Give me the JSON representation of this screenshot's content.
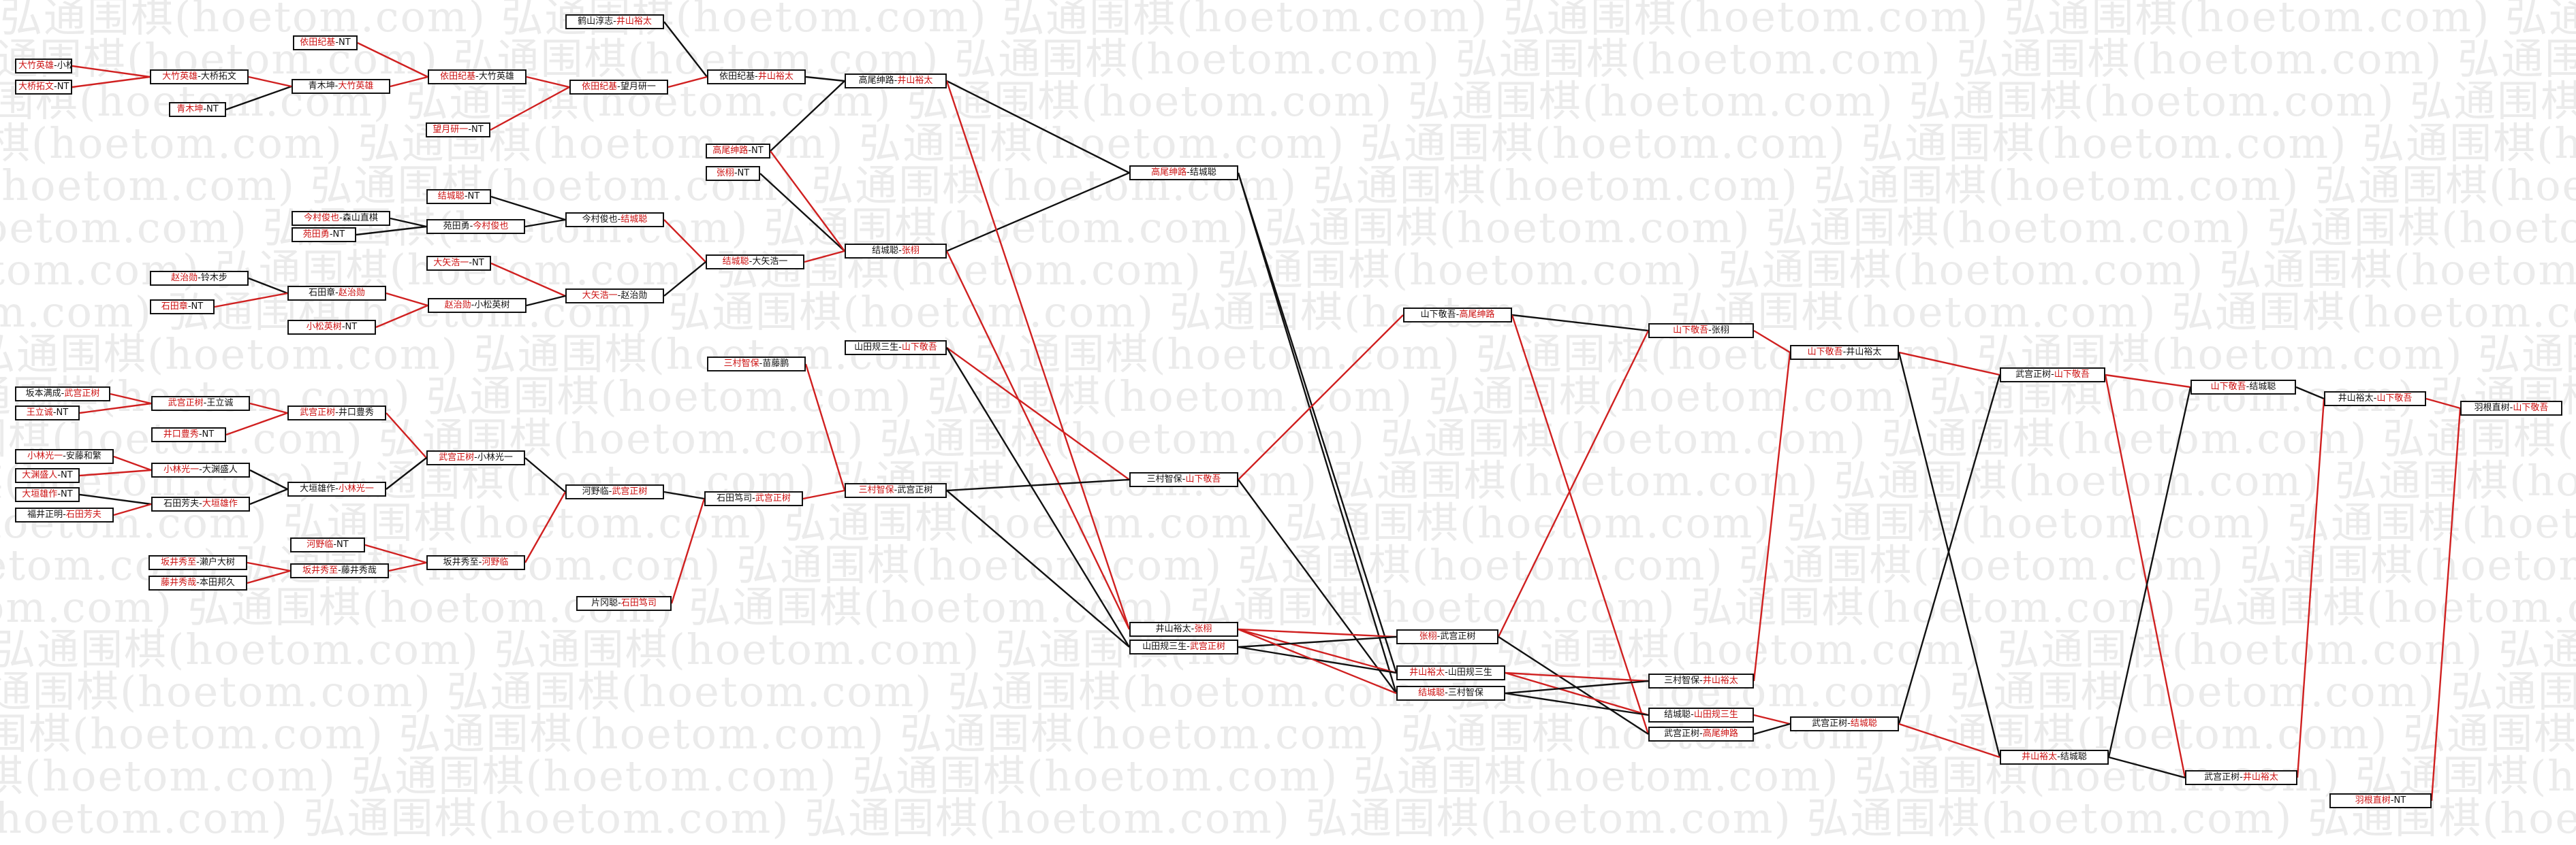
{
  "watermark": "弘通围棋(hoetom.com)",
  "colors": {
    "winner": "#cc1111",
    "loser_link": "#111111",
    "winner_link": "#d02020",
    "watermark": "#ebebeb"
  },
  "matches": [
    {
      "id": "r1_01",
      "players": [
        "大竹英雄",
        "小松英子"
      ],
      "winner": 0
    },
    {
      "id": "r1_02",
      "players": [
        "大桥拓文",
        "NT"
      ],
      "winner": 0
    },
    {
      "id": "r1_03",
      "players": [
        "依田纪基",
        "NT"
      ],
      "winner": 0
    },
    {
      "id": "r1_04",
      "players": [
        "青木坤",
        "NT"
      ],
      "winner": 0
    },
    {
      "id": "r1_05",
      "players": [
        "今村俊也",
        "森山直棋"
      ],
      "winner": 0
    },
    {
      "id": "r1_06",
      "players": [
        "苑田勇",
        "NT"
      ],
      "winner": 0
    },
    {
      "id": "r1_07",
      "players": [
        "赵治勋",
        "铃木步"
      ],
      "winner": 0
    },
    {
      "id": "r1_08",
      "players": [
        "石田章",
        "NT"
      ],
      "winner": 0
    },
    {
      "id": "r1_09",
      "players": [
        "坂本满成",
        "武宫正树"
      ],
      "winner": 1
    },
    {
      "id": "r1_10",
      "players": [
        "王立诚",
        "NT"
      ],
      "winner": 0
    },
    {
      "id": "r1_11",
      "players": [
        "小林光一",
        "安藤和繁"
      ],
      "winner": 0
    },
    {
      "id": "r1_12",
      "players": [
        "大渊盛人",
        "NT"
      ],
      "winner": 0
    },
    {
      "id": "r1_13",
      "players": [
        "大垣雄作",
        "NT"
      ],
      "winner": 0
    },
    {
      "id": "r1_14",
      "players": [
        "福井正明",
        "石田芳夫"
      ],
      "winner": 1
    },
    {
      "id": "r1_15",
      "players": [
        "坂井秀至",
        "濑户大树"
      ],
      "winner": 0
    },
    {
      "id": "r1_16",
      "players": [
        "藤井秀哉",
        "本田邦久"
      ],
      "winner": 0
    },
    {
      "id": "r2_01",
      "players": [
        "大竹英雄",
        "大桥拓文"
      ],
      "winner": 0
    },
    {
      "id": "r2_02",
      "players": [
        "青木坤",
        "大竹英雄"
      ],
      "winner": 1
    },
    {
      "id": "r2_03",
      "players": [
        "依田纪基",
        "大竹英雄"
      ],
      "winner": 0
    },
    {
      "id": "r2_04",
      "players": [
        "鹤山淳志",
        "井山裕太"
      ],
      "winner": 1
    },
    {
      "id": "r2_05",
      "players": [
        "依田纪基",
        "望月研一"
      ],
      "winner": 0
    },
    {
      "id": "r2_06",
      "players": [
        "望月研一",
        "NT"
      ],
      "winner": 0
    },
    {
      "id": "r2_07",
      "players": [
        "依田纪基",
        "井山裕太"
      ],
      "winner": 1
    },
    {
      "id": "r2_08",
      "players": [
        "高尾绅路",
        "NT"
      ],
      "winner": 0
    },
    {
      "id": "r2_09",
      "players": [
        "张栩",
        "NT"
      ],
      "winner": 0
    },
    {
      "id": "r2_10",
      "players": [
        "结城聪",
        "NT"
      ],
      "winner": 0
    },
    {
      "id": "r2_11",
      "players": [
        "苑田勇",
        "今村俊也"
      ],
      "winner": 1
    },
    {
      "id": "r2_12",
      "players": [
        "今村俊也",
        "结城聪"
      ],
      "winner": 1
    },
    {
      "id": "r2_13",
      "players": [
        "大矢浩一",
        "NT"
      ],
      "winner": 0
    },
    {
      "id": "r2_14",
      "players": [
        "石田章",
        "赵治勋"
      ],
      "winner": 1
    },
    {
      "id": "r2_15",
      "players": [
        "赵治勋",
        "小松英树"
      ],
      "winner": 0
    },
    {
      "id": "r2_16",
      "players": [
        "小松英树",
        "NT"
      ],
      "winner": 0
    },
    {
      "id": "r2_17",
      "players": [
        "大矢浩一",
        "赵治勋"
      ],
      "winner": 0
    },
    {
      "id": "r2_18",
      "players": [
        "结城聪",
        "大矢浩一"
      ],
      "winner": 0
    },
    {
      "id": "r2_19",
      "players": [
        "武宫正树",
        "王立诚"
      ],
      "winner": 0
    },
    {
      "id": "r2_20",
      "players": [
        "井口豊秀",
        "NT"
      ],
      "winner": 0
    },
    {
      "id": "r2_21",
      "players": [
        "武宫正树",
        "井口豊秀"
      ],
      "winner": 0
    },
    {
      "id": "r2_22",
      "players": [
        "小林光一",
        "大渊盛人"
      ],
      "winner": 0
    },
    {
      "id": "r2_23",
      "players": [
        "石田芳夫",
        "大垣雄作"
      ],
      "winner": 1
    },
    {
      "id": "r2_24",
      "players": [
        "大垣雄作",
        "小林光一"
      ],
      "winner": 1
    },
    {
      "id": "r2_25",
      "players": [
        "武宫正树",
        "小林光一"
      ],
      "winner": 0
    },
    {
      "id": "r2_26",
      "players": [
        "河野临",
        "NT"
      ],
      "winner": 0
    },
    {
      "id": "r2_27",
      "players": [
        "坂井秀至",
        "藤井秀哉"
      ],
      "winner": 0
    },
    {
      "id": "r2_28",
      "players": [
        "坂井秀至",
        "河野临"
      ],
      "winner": 1
    },
    {
      "id": "r2_29",
      "players": [
        "河野临",
        "武宫正树"
      ],
      "winner": 1
    },
    {
      "id": "r2_30",
      "players": [
        "三村智保",
        "苗藤鹏"
      ],
      "winner": 0
    },
    {
      "id": "r2_31",
      "players": [
        "片冈聪",
        "石田笃司"
      ],
      "winner": 1
    },
    {
      "id": "r2_32",
      "players": [
        "石田笃司",
        "武宫正树"
      ],
      "winner": 1
    },
    {
      "id": "r3_01",
      "players": [
        "高尾绅路",
        "井山裕太"
      ],
      "winner": 1
    },
    {
      "id": "r3_02",
      "players": [
        "结城聪",
        "张栩"
      ],
      "winner": 1
    },
    {
      "id": "r3_03",
      "players": [
        "山田规三生",
        "山下敬吾"
      ],
      "winner": 1
    },
    {
      "id": "r3_04",
      "players": [
        "三村智保",
        "武宫正树"
      ],
      "winner": 0
    },
    {
      "id": "r4_01",
      "players": [
        "高尾绅路",
        "结城聪"
      ],
      "winner": 0
    },
    {
      "id": "r4_02",
      "players": [
        "三村智保",
        "山下敬吾"
      ],
      "winner": 1
    },
    {
      "id": "r4_03",
      "players": [
        "井山裕太",
        "张栩"
      ],
      "winner": 1
    },
    {
      "id": "r4_04",
      "players": [
        "山田规三生",
        "武宫正树"
      ],
      "winner": 1
    },
    {
      "id": "r5_01",
      "players": [
        "山下敬吾",
        "高尾绅路"
      ],
      "winner": 1
    },
    {
      "id": "r5_02",
      "players": [
        "张栩",
        "武宫正树"
      ],
      "winner": 0
    },
    {
      "id": "r5_03",
      "players": [
        "井山裕太",
        "山田规三生"
      ],
      "winner": 0
    },
    {
      "id": "r5_04",
      "players": [
        "结城聪",
        "三村智保"
      ],
      "winner": 0
    },
    {
      "id": "r6_01",
      "players": [
        "山下敬吾",
        "张栩"
      ],
      "winner": 0
    },
    {
      "id": "r6_02",
      "players": [
        "三村智保",
        "井山裕太"
      ],
      "winner": 1
    },
    {
      "id": "r6_03",
      "players": [
        "结城聪",
        "山田规三生"
      ],
      "winner": 1
    },
    {
      "id": "r6_04",
      "players": [
        "武宫正树",
        "高尾绅路"
      ],
      "winner": 1
    },
    {
      "id": "r7_01",
      "players": [
        "山下敬吾",
        "井山裕太"
      ],
      "winner": 0
    },
    {
      "id": "r7_02",
      "players": [
        "武宫正树",
        "结城聪"
      ],
      "winner": 1
    },
    {
      "id": "r8_01",
      "players": [
        "武宫正树",
        "山下敬吾"
      ],
      "winner": 1
    },
    {
      "id": "r8_02",
      "players": [
        "井山裕太",
        "结城聪"
      ],
      "winner": 0
    },
    {
      "id": "r9_01",
      "players": [
        "山下敬吾",
        "结城聪"
      ],
      "winner": 0
    },
    {
      "id": "r9_02",
      "players": [
        "武宫正树",
        "井山裕太"
      ],
      "winner": 1
    },
    {
      "id": "r10_01",
      "players": [
        "井山裕太",
        "山下敬吾"
      ],
      "winner": 1
    },
    {
      "id": "r11_01",
      "players": [
        "羽根直树",
        "山下敬吾"
      ],
      "winner": 1
    },
    {
      "id": "r11_02",
      "players": [
        "羽根直树",
        "NT"
      ],
      "winner": 0
    }
  ]
}
